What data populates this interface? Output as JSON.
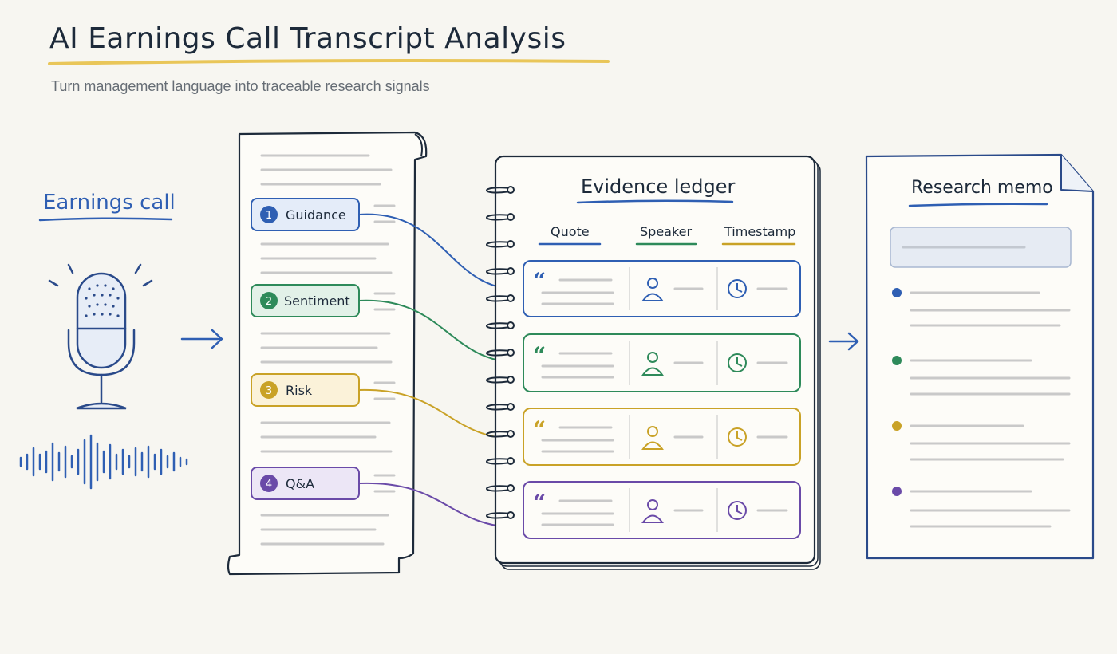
{
  "header": {
    "title": "AI Earnings Call Transcript Analysis",
    "subtitle": "Turn management language into traceable research signals"
  },
  "source": {
    "label": "Earnings call",
    "icons": [
      "microphone-icon",
      "sound-wave-icon"
    ]
  },
  "transcript": {
    "tags": [
      {
        "number": "1",
        "label": "Guidance",
        "color": "#2f5fb3",
        "fill": "#e4ecf9"
      },
      {
        "number": "2",
        "label": "Sentiment",
        "color": "#2e8a5a",
        "fill": "#e2f1e8"
      },
      {
        "number": "3",
        "label": "Risk",
        "color": "#c9a227",
        "fill": "#fbf2d9"
      },
      {
        "number": "4",
        "label": "Q&A",
        "color": "#6a4aa8",
        "fill": "#ece6f6"
      }
    ]
  },
  "ledger": {
    "title": "Evidence ledger",
    "columns": [
      {
        "label": "Quote",
        "color": "#2f5fb3"
      },
      {
        "label": "Speaker",
        "color": "#2e8a5a"
      },
      {
        "label": "Timestamp",
        "color": "#c9a227"
      }
    ],
    "quote_glyph": "“"
  },
  "memo": {
    "title": "Research memo",
    "bullet_colors": [
      "#2f5fb3",
      "#2e8a5a",
      "#c9a227",
      "#6a4aa8"
    ]
  },
  "colors": {
    "ink": "#1d2a3a",
    "accent_blue": "#2f5fb3",
    "highlight_yellow": "#e9c659",
    "line_gray": "#c9c9c9"
  }
}
